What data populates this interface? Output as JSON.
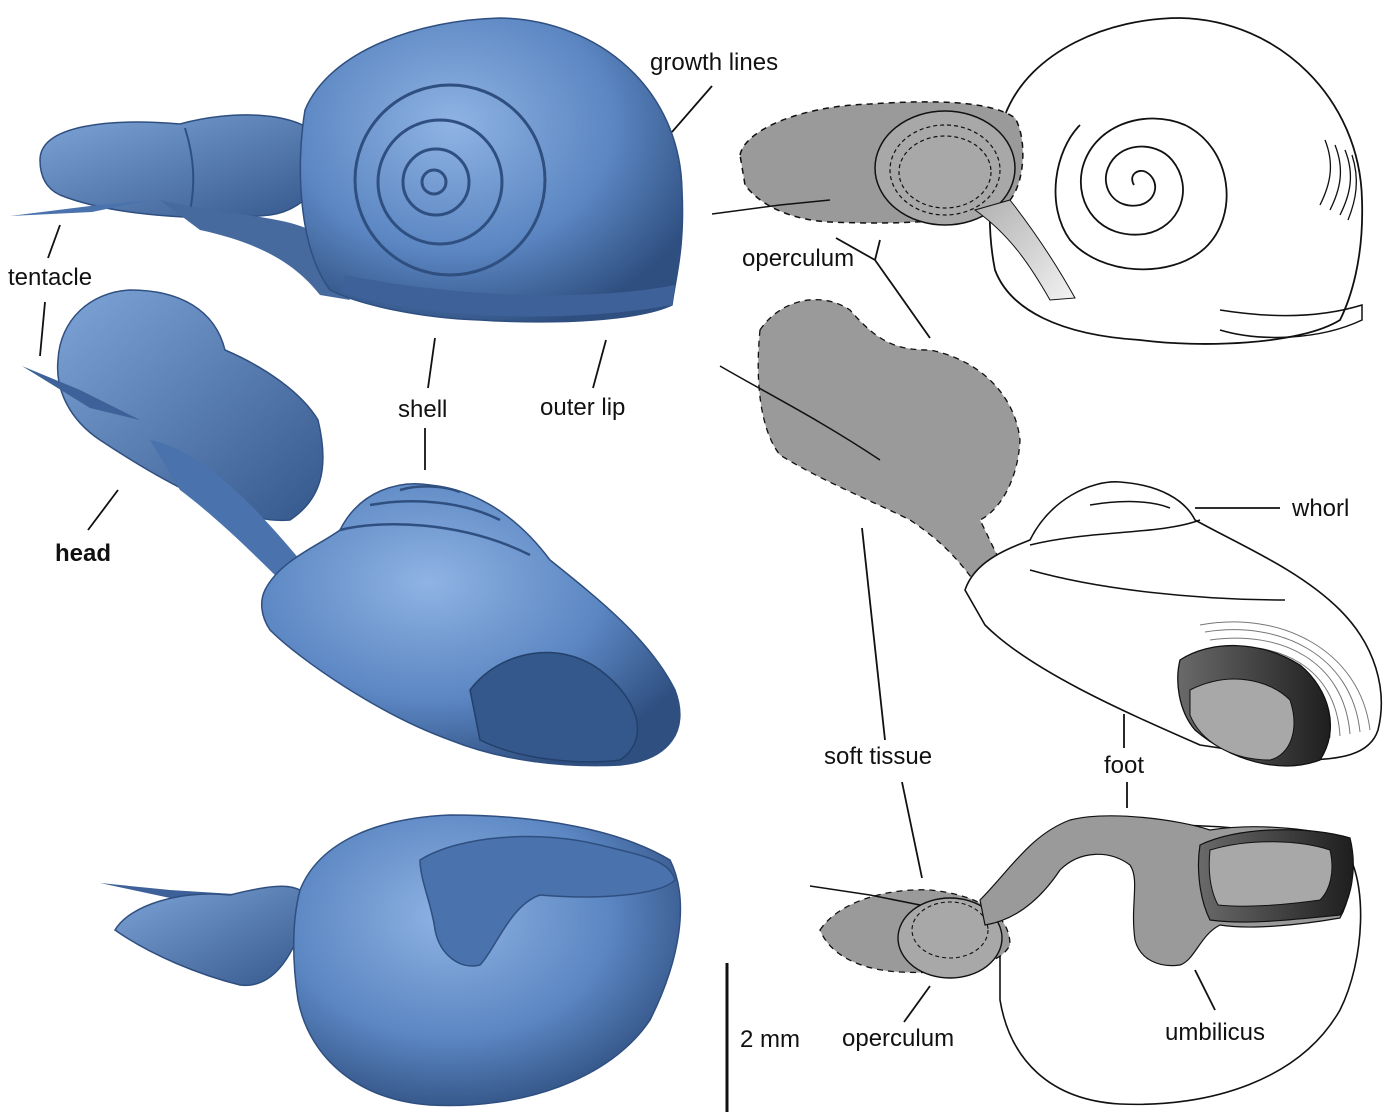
{
  "labels": {
    "growth_lines": "growth lines",
    "tentacle": "tentacle",
    "head": "head",
    "shell": "shell",
    "outer_lip": "outer lip",
    "operculum_top": "operculum",
    "whorl": "whorl",
    "soft_tissue": "soft tissue",
    "foot": "foot",
    "operculum_bottom": "operculum",
    "umbilicus": "umbilicus"
  },
  "scale_bar": {
    "label": "2 mm"
  },
  "colors": {
    "fossil_blue": "#5b86c2",
    "fossil_shadow": "#2f4f80",
    "fossil_highlight": "#8fb3e3",
    "soft_tissue_grey": "#9a9a9a",
    "operculum_grey": "#a8a8a8",
    "foot_dark": "#3a3a3a",
    "line": "#111111"
  }
}
